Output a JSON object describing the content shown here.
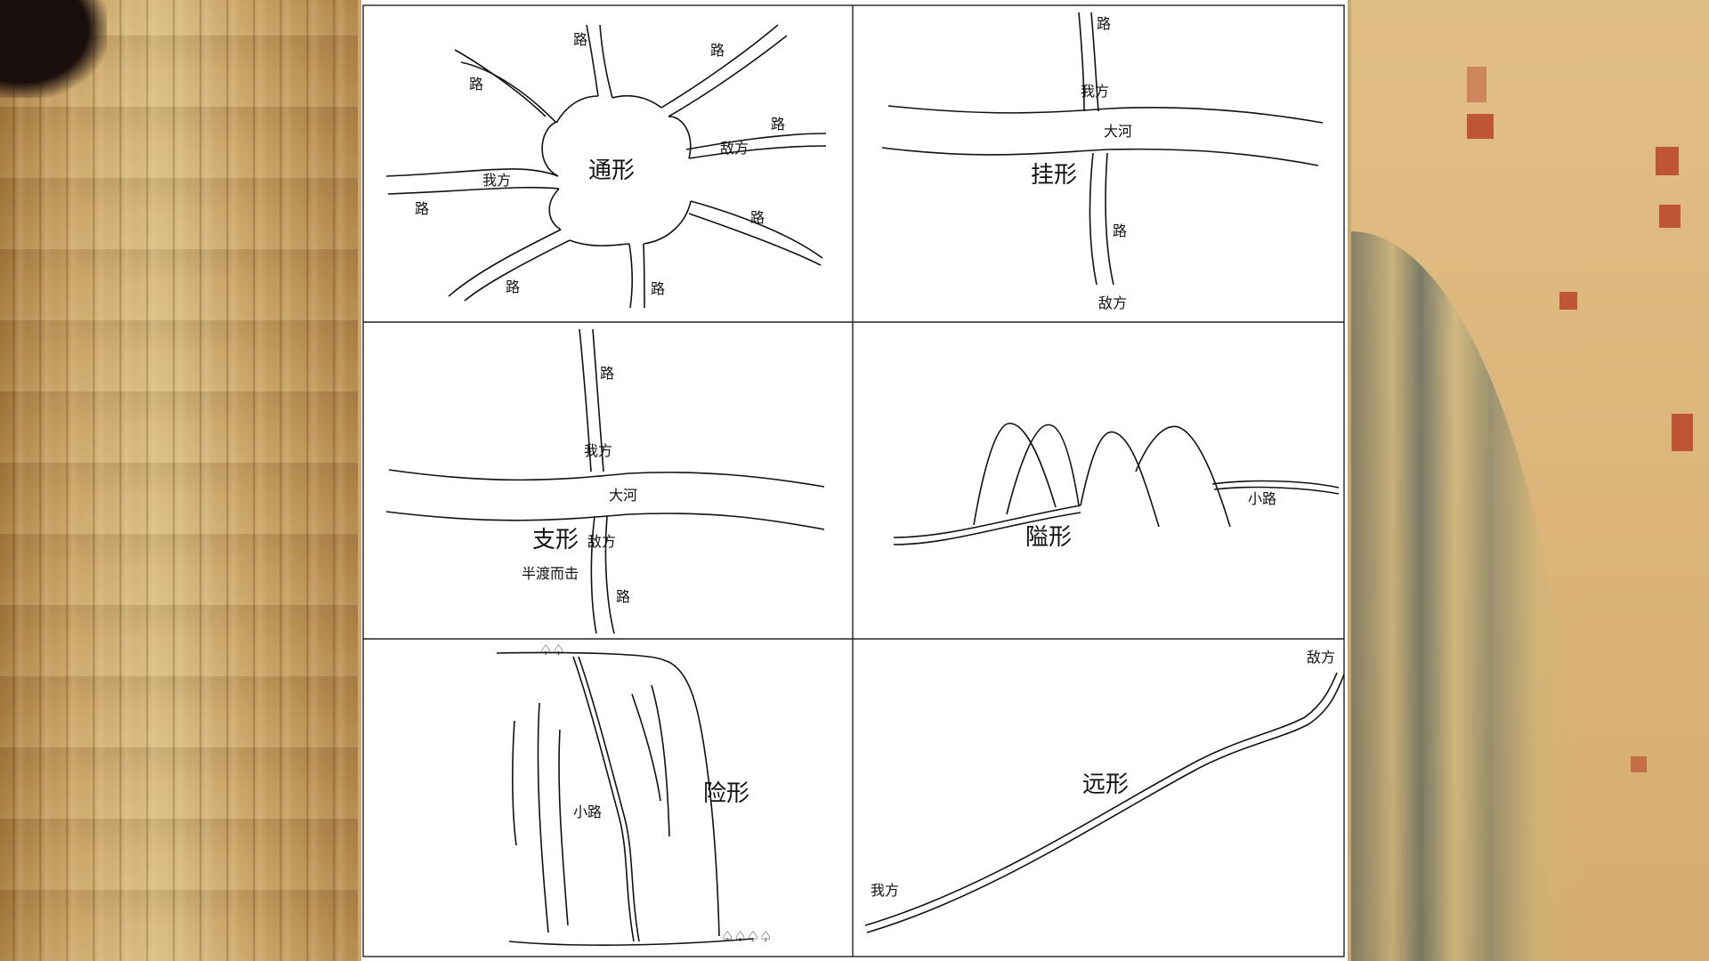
{
  "panels": [
    {
      "id": "tong",
      "title": "通形",
      "labels": {
        "road": "路",
        "we": "我方",
        "enemy": "敌方"
      }
    },
    {
      "id": "gua",
      "title": "挂形",
      "labels": {
        "road": "路",
        "we": "我方",
        "river": "大河",
        "enemy": "敌方"
      }
    },
    {
      "id": "zhi",
      "title": "支形",
      "note": "半渡而击",
      "labels": {
        "road": "路",
        "we": "我方",
        "river": "大河",
        "enemy": "敌方"
      }
    },
    {
      "id": "ai",
      "title": "隘形",
      "labels": {
        "path": "小路"
      }
    },
    {
      "id": "xian",
      "title": "险形",
      "labels": {
        "path": "小路"
      }
    },
    {
      "id": "yuan",
      "title": "远形",
      "labels": {
        "we": "我方",
        "enemy": "敌方"
      }
    }
  ],
  "colors": {
    "paper": "#ffffff",
    "ink": "#111111",
    "wood": "#c9a466",
    "silk": "#dcb57a",
    "seal": "#b8432a"
  }
}
